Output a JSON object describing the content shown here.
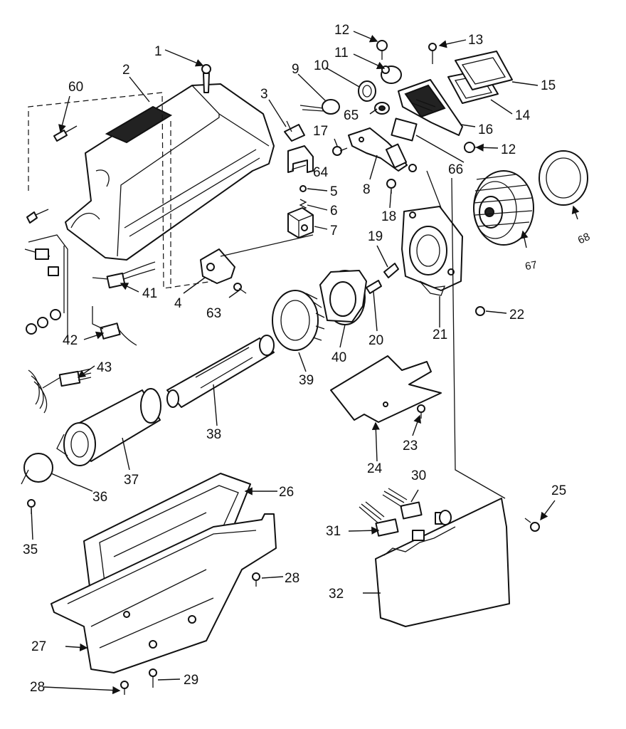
{
  "callouts": {
    "c1": "1",
    "c2": "2",
    "c3": "3",
    "c4": "4",
    "c5": "5",
    "c6": "6",
    "c7": "7",
    "c8": "8",
    "c9": "9",
    "c10": "10",
    "c11": "11",
    "c12a": "12",
    "c12b": "12",
    "c13": "13",
    "c14": "14",
    "c15": "15",
    "c16": "16",
    "c17": "17",
    "c18": "18",
    "c19": "19",
    "c20": "20",
    "c21": "21",
    "c22": "22",
    "c23": "23",
    "c24": "24",
    "c25": "25",
    "c26": "26",
    "c27": "27",
    "c28a": "28",
    "c28b": "28",
    "c29": "29",
    "c30": "30",
    "c31": "31",
    "c32": "32",
    "c35": "35",
    "c36": "36",
    "c37": "37",
    "c38": "38",
    "c39": "39",
    "c40": "40",
    "c41": "41",
    "c42": "42",
    "c43": "43",
    "c60": "60",
    "c63": "63",
    "c64": "64",
    "c65": "65",
    "c66": "66",
    "c67": "67",
    "c68": "68"
  }
}
